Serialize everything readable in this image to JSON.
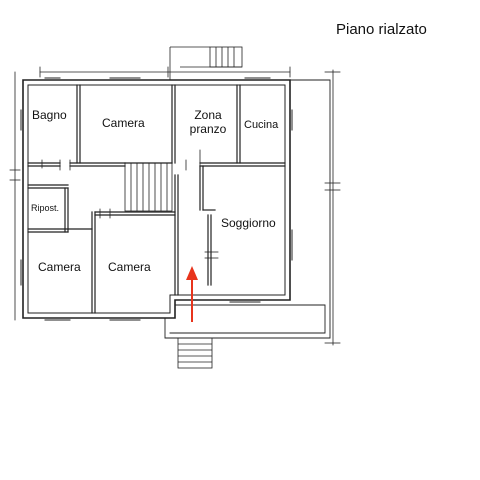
{
  "title": "Piano rialzato",
  "rooms": {
    "bagno": "Bagno",
    "camera_top": "Camera",
    "zona_pranzo_line1": "Zona",
    "zona_pranzo_line2": "pranzo",
    "cucina": "Cucina",
    "ripost": "Ripost.",
    "soggiorno": "Soggiorno",
    "camera_bottom_left": "Camera",
    "camera_bottom_right": "Camera"
  },
  "colors": {
    "wall": "#222222",
    "arrow": "#e8341c"
  }
}
